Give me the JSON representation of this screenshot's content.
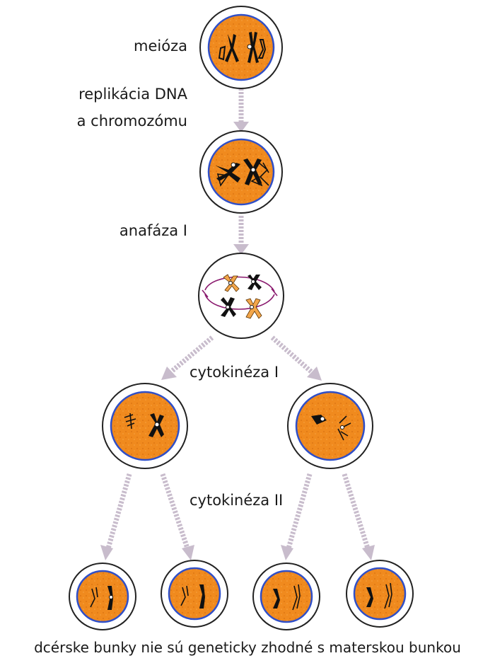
{
  "labels": {
    "meiosis": "meióza",
    "replication_line1": "replikácia DNA",
    "replication_line2": "a chromozómu",
    "anaphase1": "anafáza I",
    "cytokinesis1": "cytokinéza I",
    "cytokinesis2": "cytokinéza II",
    "caption": "dcérske bunky nie sú geneticky zhodné s materskou bunkou"
  },
  "colors": {
    "cytoplasm": "#f08a1e",
    "nucleus_border": "#2f4fc8",
    "arrow": "#c8bccc",
    "spindle": "#8a1a6e",
    "chromosome_dark": "#111111",
    "chromosome_light": "#f3a64a"
  }
}
